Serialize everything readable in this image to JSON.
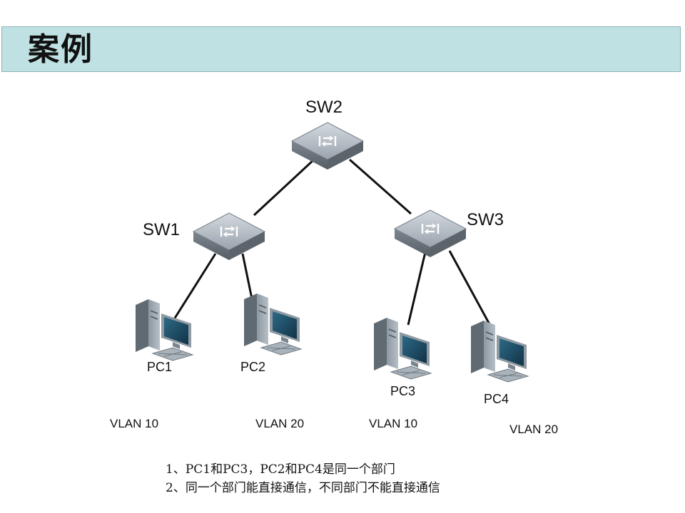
{
  "title": "案例",
  "switches": {
    "sw1": "SW1",
    "sw2": "SW2",
    "sw3": "SW3"
  },
  "pcs": {
    "pc1": "PC1",
    "pc2": "PC2",
    "pc3": "PC3",
    "pc4": "PC4"
  },
  "vlans": {
    "pc1": "VLAN 10",
    "pc2": "VLAN 20",
    "pc3": "VLAN 10",
    "pc4": "VLAN 20"
  },
  "notes": [
    "1、PC1和PC3，PC2和PC4是同一个部门",
    "2、同一个部门能直接通信，不同部门不能直接通信"
  ],
  "colors": {
    "title_bar": "#bfe1e3",
    "switch_top": "#aeb6bf",
    "switch_side": "#6f7880",
    "pc_tower": "#7f8a93",
    "pc_screen": "#1c4a63",
    "link": "#111111"
  }
}
